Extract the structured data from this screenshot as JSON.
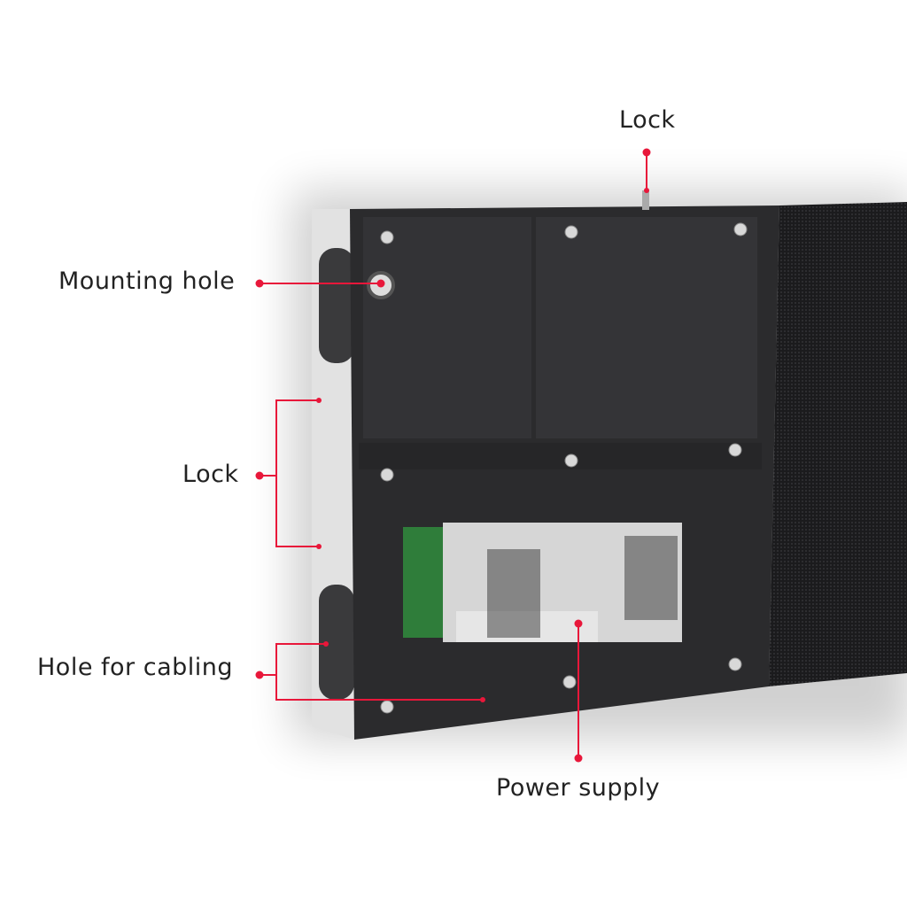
{
  "labels": {
    "lock_top": "Lock",
    "mounting_hole": "Mounting hole",
    "lock_side": "Lock",
    "hole_for_cabling": "Hole for cabling",
    "power_supply": "Power supply"
  },
  "colors": {
    "accent": "#e8173a",
    "panel": "#2b2b2d",
    "frame": "#e4e4e4",
    "led": "#1c1c1e"
  }
}
